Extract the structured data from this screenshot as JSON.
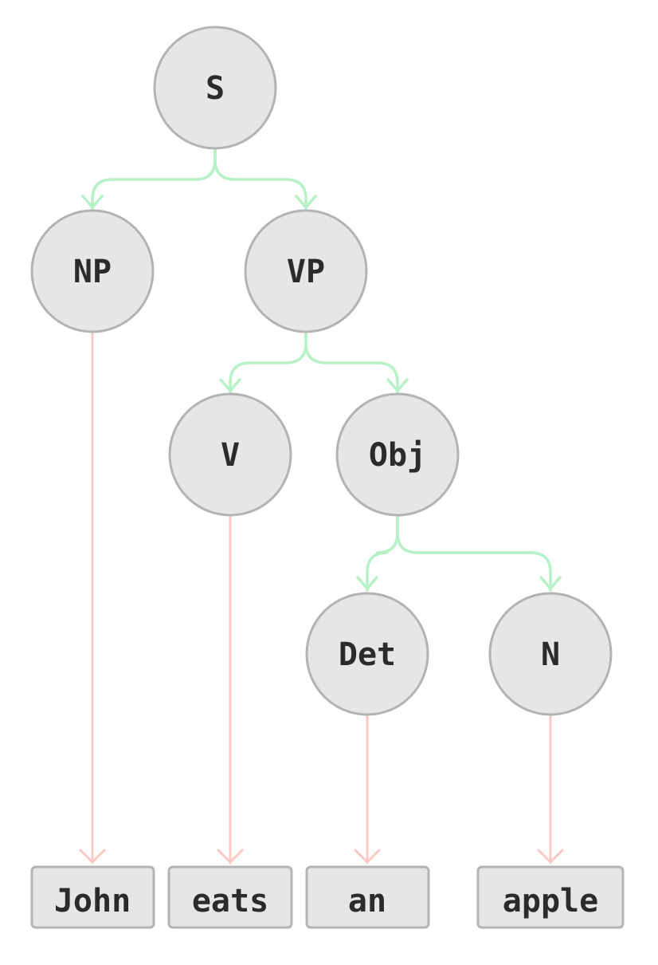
{
  "diagram": {
    "colors": {
      "tree_edge": "#b6f1c8",
      "lexical_edge": "#fcc8c4",
      "node_fill": "#e6e6e6",
      "node_stroke": "#b3b3b3",
      "text": "#2b2b2b"
    },
    "nodes": {
      "s": "S",
      "np": "NP",
      "vp": "VP",
      "v": "V",
      "obj": "Obj",
      "det": "Det",
      "n": "N"
    },
    "leaves": {
      "john": "John",
      "eats": "eats",
      "an": "an",
      "apple": "apple"
    },
    "edges": [
      {
        "from": "S",
        "to": "NP",
        "kind": "tree"
      },
      {
        "from": "S",
        "to": "VP",
        "kind": "tree"
      },
      {
        "from": "VP",
        "to": "V",
        "kind": "tree"
      },
      {
        "from": "VP",
        "to": "Obj",
        "kind": "tree"
      },
      {
        "from": "Obj",
        "to": "Det",
        "kind": "tree"
      },
      {
        "from": "Obj",
        "to": "N",
        "kind": "tree"
      },
      {
        "from": "NP",
        "to": "John",
        "kind": "lexical"
      },
      {
        "from": "V",
        "to": "eats",
        "kind": "lexical"
      },
      {
        "from": "Det",
        "to": "an",
        "kind": "lexical"
      },
      {
        "from": "N",
        "to": "apple",
        "kind": "lexical"
      }
    ]
  }
}
